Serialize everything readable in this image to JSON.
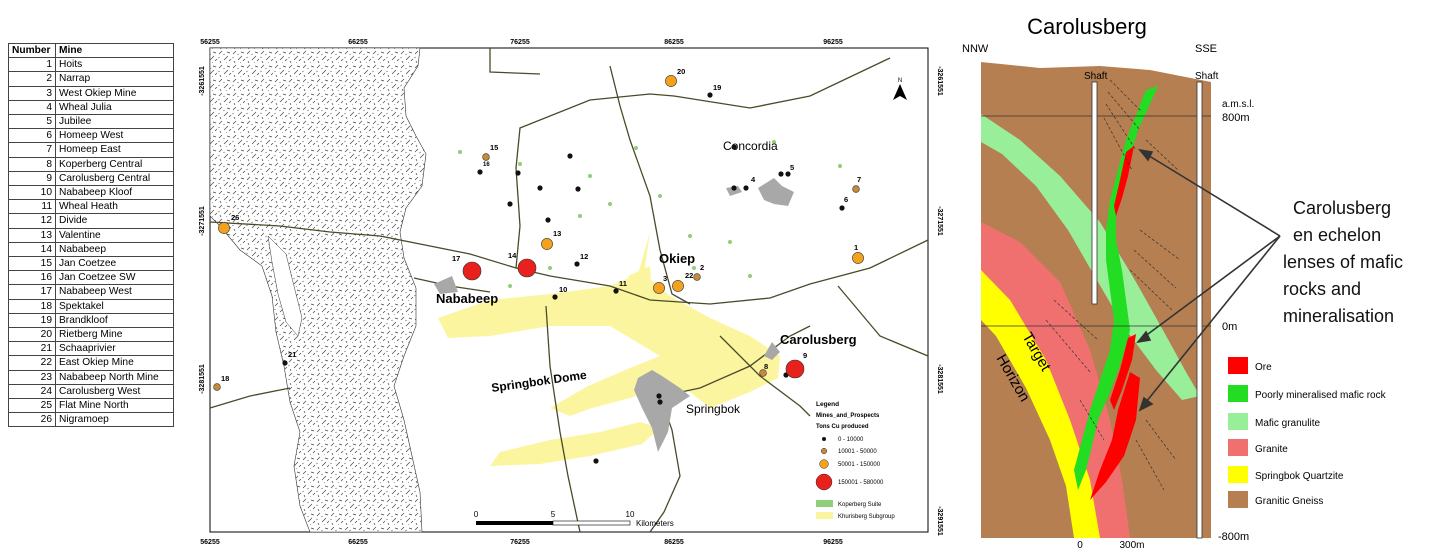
{
  "table": {
    "headers": [
      "Number",
      "Mine"
    ],
    "rows": [
      [
        "1",
        "Hoits"
      ],
      [
        "2",
        "Narrap"
      ],
      [
        "3",
        "West Okiep Mine"
      ],
      [
        "4",
        "Wheal Julia"
      ],
      [
        "5",
        "Jubilee"
      ],
      [
        "6",
        "Homeep West"
      ],
      [
        "7",
        "Homeep East"
      ],
      [
        "8",
        "Koperberg Central"
      ],
      [
        "9",
        "Carolusberg Central"
      ],
      [
        "10",
        "Nababeep Kloof"
      ],
      [
        "11",
        "Wheal Heath"
      ],
      [
        "12",
        "Divide"
      ],
      [
        "13",
        "Valentine"
      ],
      [
        "14",
        "Nababeep"
      ],
      [
        "15",
        "Jan Coetzee"
      ],
      [
        "16",
        "Jan Coetzee SW"
      ],
      [
        "17",
        "Nababeep West"
      ],
      [
        "18",
        "Spektakel"
      ],
      [
        "19",
        "Brandkloof"
      ],
      [
        "20",
        "Rietberg Mine"
      ],
      [
        "21",
        "Schaaprivier"
      ],
      [
        "22",
        "East Okiep Mine"
      ],
      [
        "23",
        "Nababeep North Mine"
      ],
      [
        "24",
        "Carolusberg West"
      ],
      [
        "25",
        "Flat Mine North"
      ],
      [
        "26",
        "Nigramoep"
      ]
    ]
  },
  "map": {
    "x_ticks": [
      "56255",
      "66255",
      "76255",
      "86255",
      "96255"
    ],
    "y_ticks": [
      "-3261551",
      "-3271551",
      "-3281551",
      "-3291551"
    ],
    "north_label": "N",
    "towns": {
      "concordia": "Concordia",
      "okiep": "Okiep",
      "nababeep": "Nababeep",
      "carolusberg": "Carolusberg",
      "springbok": "Springbok",
      "springbok_dome": "Springbok Dome"
    },
    "mine_labels": [
      "1",
      "2",
      "3",
      "4",
      "5",
      "6",
      "7",
      "8",
      "9",
      "10",
      "11",
      "12",
      "13",
      "14",
      "15",
      "16",
      "17",
      "18",
      "19",
      "20",
      "21",
      "22",
      "26"
    ],
    "legend": {
      "title": "Legend",
      "layer": "Mines_and_Prospects",
      "field": "Tons Cu produced",
      "classes": [
        "0 - 10000",
        "10001 - 50000",
        "50001 - 150000",
        "150001 - 580000"
      ],
      "polygons": [
        "Koperberg Suite",
        "Khurisberg Subgroup"
      ]
    },
    "scalebar": {
      "labels": [
        "0",
        "5",
        "10"
      ],
      "unit": "Kilometers"
    },
    "colors": {
      "large_mine": "#e8211c",
      "medium_mine": "#f4a11d",
      "small_mine": "#c58a3b",
      "tiny_mine": "#111111",
      "khurisberg": "#fbf5a0",
      "koperberg": "#8fcf7b",
      "town": "#a8a8a8"
    }
  },
  "section": {
    "title": "Carolusberg",
    "left_dir": "NNW",
    "right_dir": "SSE",
    "shaft_left": "Shaft",
    "shaft_right": "Shaft",
    "amsl": "a.m.s.l.",
    "depth_labels": [
      "800m",
      "0m",
      "-800m"
    ],
    "scale_labels": [
      "0",
      "300m"
    ],
    "target_horizon": [
      "Target",
      "Horizon"
    ],
    "annotation": [
      "Carolusberg",
      "en echelon",
      "lenses of mafic",
      "rocks and",
      "mineralisation"
    ],
    "legend": [
      {
        "label": "Ore",
        "color": "#ff0000"
      },
      {
        "label": "Poorly mineralised mafic rock",
        "color": "#22dd22"
      },
      {
        "label": "Mafic granulite",
        "color": "#99ee99"
      },
      {
        "label": "Granite",
        "color": "#f07070"
      },
      {
        "label": "Springbok Quartzite",
        "color": "#ffff00"
      },
      {
        "label": "Granitic Gneiss",
        "color": "#b57f52"
      }
    ]
  }
}
